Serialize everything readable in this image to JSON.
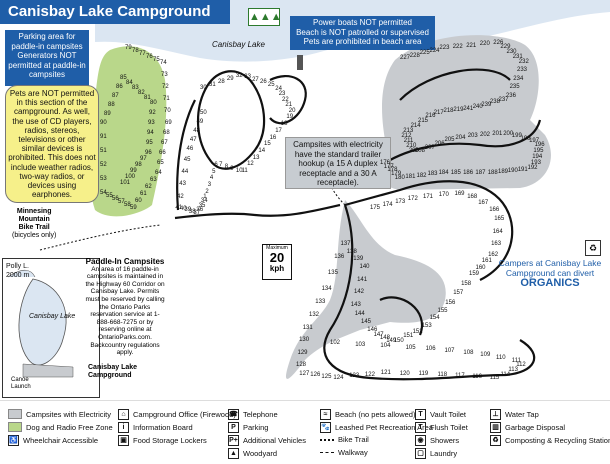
{
  "title": "Canisbay Lake Campground",
  "lake_name": "Canisbay Lake",
  "notices": {
    "parking_paddle": "Parking area for paddle-in campsites Generators NOT permitted at paddle-in campsites",
    "power_boats": [
      "Power boats NOT permitted",
      "Beach is NOT patrolled or supervised",
      "Pets are prohibited in beach area"
    ],
    "pets_not_permitted": "Pets are NOT permitted in this section of the campground. As well, the use of CD players, radios, stereos, televisions or other similar devices is prohibited. This does not include weather radios, two-way radios, or devices using earphones.",
    "electric": "Campsites with electricity have the standard trailer hookup (a 15 A duplex receptacle and a 30 A receptacle).",
    "bike_trail": [
      "Minnesing",
      "Mountain",
      "Bike Trail",
      "(bicycles only)"
    ],
    "speed_max": "Maximum",
    "speed_value": "20",
    "speed_unit": "kph",
    "organics": [
      "Campers at Canisbay Lake",
      "Campground can divert"
    ],
    "organics_bold": "ORGANICS"
  },
  "inset": {
    "title": "Paddle-In Campsites",
    "body": "An area of 16 paddle-in campsites is maintained in the Highway 60 Corridor on Canisbay Lake. Permits must be reserved by calling the Ontario Parks reservation service at 1-888-668-7275 or by reserving online at OntarioParks.com. Backcountry regulations apply.",
    "polly": "Polly L.",
    "distance": "2000 m",
    "lake": "Canisbay Lake",
    "canoe": [
      "Canoe",
      "Launch"
    ],
    "campground": [
      "Canisbay Lake",
      "Campground"
    ]
  },
  "legend": [
    {
      "label": "Campsites with Electricity",
      "icon": "swatch-grey",
      "color": "#c8cbcf"
    },
    {
      "label": "Dog and Radio Free Zone",
      "icon": "swatch-green",
      "color": "#b9d78a"
    },
    {
      "label": "Wheelchair Accessible",
      "icon": "wheelchair-icon"
    },
    {
      "label": "Campground Office (Firewood)",
      "icon": "office-icon"
    },
    {
      "label": "Information Board",
      "icon": "info-icon"
    },
    {
      "label": "Food Storage Lockers",
      "icon": "locker-icon"
    },
    {
      "label": "Telephone",
      "icon": "telephone-icon"
    },
    {
      "label": "Parking",
      "icon": "parking-icon"
    },
    {
      "label": "Additional Vehicles",
      "icon": "additional-vehicles-icon"
    },
    {
      "label": "Woodyard",
      "icon": "woodyard-icon"
    },
    {
      "label": "Beach (no pets allowed)",
      "icon": "beach-icon"
    },
    {
      "label": "Leashed Pet Recreation Area",
      "icon": "pet-icon"
    },
    {
      "label": "Bike Trail",
      "icon": "bike-trail-line"
    },
    {
      "label": "Walkway",
      "icon": "walkway-line"
    },
    {
      "label": "Vault Toilet",
      "icon": "vault-toilet-icon"
    },
    {
      "label": "Flush Toilet",
      "icon": "flush-toilet-icon"
    },
    {
      "label": "Showers",
      "icon": "shower-icon"
    },
    {
      "label": "Laundry",
      "icon": "laundry-icon"
    },
    {
      "label": "Water Tap",
      "icon": "water-tap-icon"
    },
    {
      "label": "Garbage Disposal",
      "icon": "garbage-icon"
    },
    {
      "label": "Composting & Recycling Station",
      "icon": "compost-icon"
    }
  ],
  "sites": {
    "green": [
      "79",
      "78",
      "77",
      "76",
      "75",
      "74",
      "73",
      "72",
      "71",
      "70",
      "69",
      "68",
      "67",
      "66",
      "65",
      "64",
      "63",
      "62",
      "61",
      "60",
      "59",
      "58",
      "57",
      "56",
      "55",
      "54",
      "53",
      "52",
      "51",
      "91",
      "90",
      "89",
      "88",
      "87",
      "86",
      "85",
      "84",
      "83",
      "82",
      "81",
      "80",
      "92",
      "93",
      "94",
      "95",
      "96",
      "97",
      "98",
      "99",
      "100",
      "101"
    ],
    "mid": [
      "30",
      "31",
      "28",
      "29",
      "32",
      "33",
      "27",
      "26",
      "25",
      "24",
      "23",
      "22",
      "21",
      "20",
      "19",
      "18",
      "17",
      "16",
      "15",
      "14",
      "13",
      "12",
      "11",
      "10",
      "9",
      "8",
      "7",
      "6",
      "5",
      "4",
      "3",
      "2",
      "1",
      "34",
      "35",
      "36",
      "37",
      "38",
      "39",
      "40",
      "41",
      "42",
      "43",
      "44",
      "45",
      "46",
      "47",
      "48",
      "49",
      "50"
    ],
    "east": [
      "227",
      "228",
      "225",
      "224",
      "223",
      "222",
      "221",
      "220",
      "226",
      "229",
      "230",
      "231",
      "232",
      "233",
      "234",
      "235",
      "236",
      "237",
      "238",
      "239",
      "240",
      "241",
      "219",
      "218",
      "217",
      "216",
      "215",
      "214",
      "213",
      "212",
      "211",
      "210",
      "209",
      "208",
      "207",
      "206",
      "205",
      "204",
      "203",
      "202",
      "201",
      "200",
      "199",
      "198",
      "197",
      "196",
      "195",
      "194",
      "193",
      "192",
      "191",
      "190",
      "189",
      "188",
      "187",
      "186",
      "185",
      "184",
      "183",
      "182",
      "181",
      "180",
      "179",
      "178",
      "177",
      "176"
    ],
    "south": [
      "175",
      "174",
      "173",
      "172",
      "171",
      "170",
      "169",
      "168",
      "167",
      "166",
      "165",
      "164",
      "163",
      "162",
      "161",
      "160",
      "159",
      "158",
      "157",
      "156",
      "155",
      "154",
      "153",
      "152",
      "151",
      "150",
      "149",
      "148",
      "147",
      "146",
      "145",
      "144",
      "143",
      "142",
      "141",
      "140",
      "139",
      "138",
      "137",
      "136",
      "135",
      "134",
      "133",
      "132",
      "131",
      "130",
      "129",
      "128",
      "127",
      "126",
      "125",
      "124",
      "123",
      "122",
      "121",
      "120",
      "119",
      "118",
      "117",
      "116",
      "115",
      "114",
      "113",
      "112",
      "111",
      "110",
      "109",
      "108",
      "107",
      "106",
      "105",
      "104",
      "103",
      "102"
    ]
  },
  "colors": {
    "title_bg": "#1f5ea8",
    "grey_zone": "#c8cbcf",
    "green_zone": "#b9d78a",
    "organics_blue": "#1f5ea8",
    "road": "#111111"
  }
}
